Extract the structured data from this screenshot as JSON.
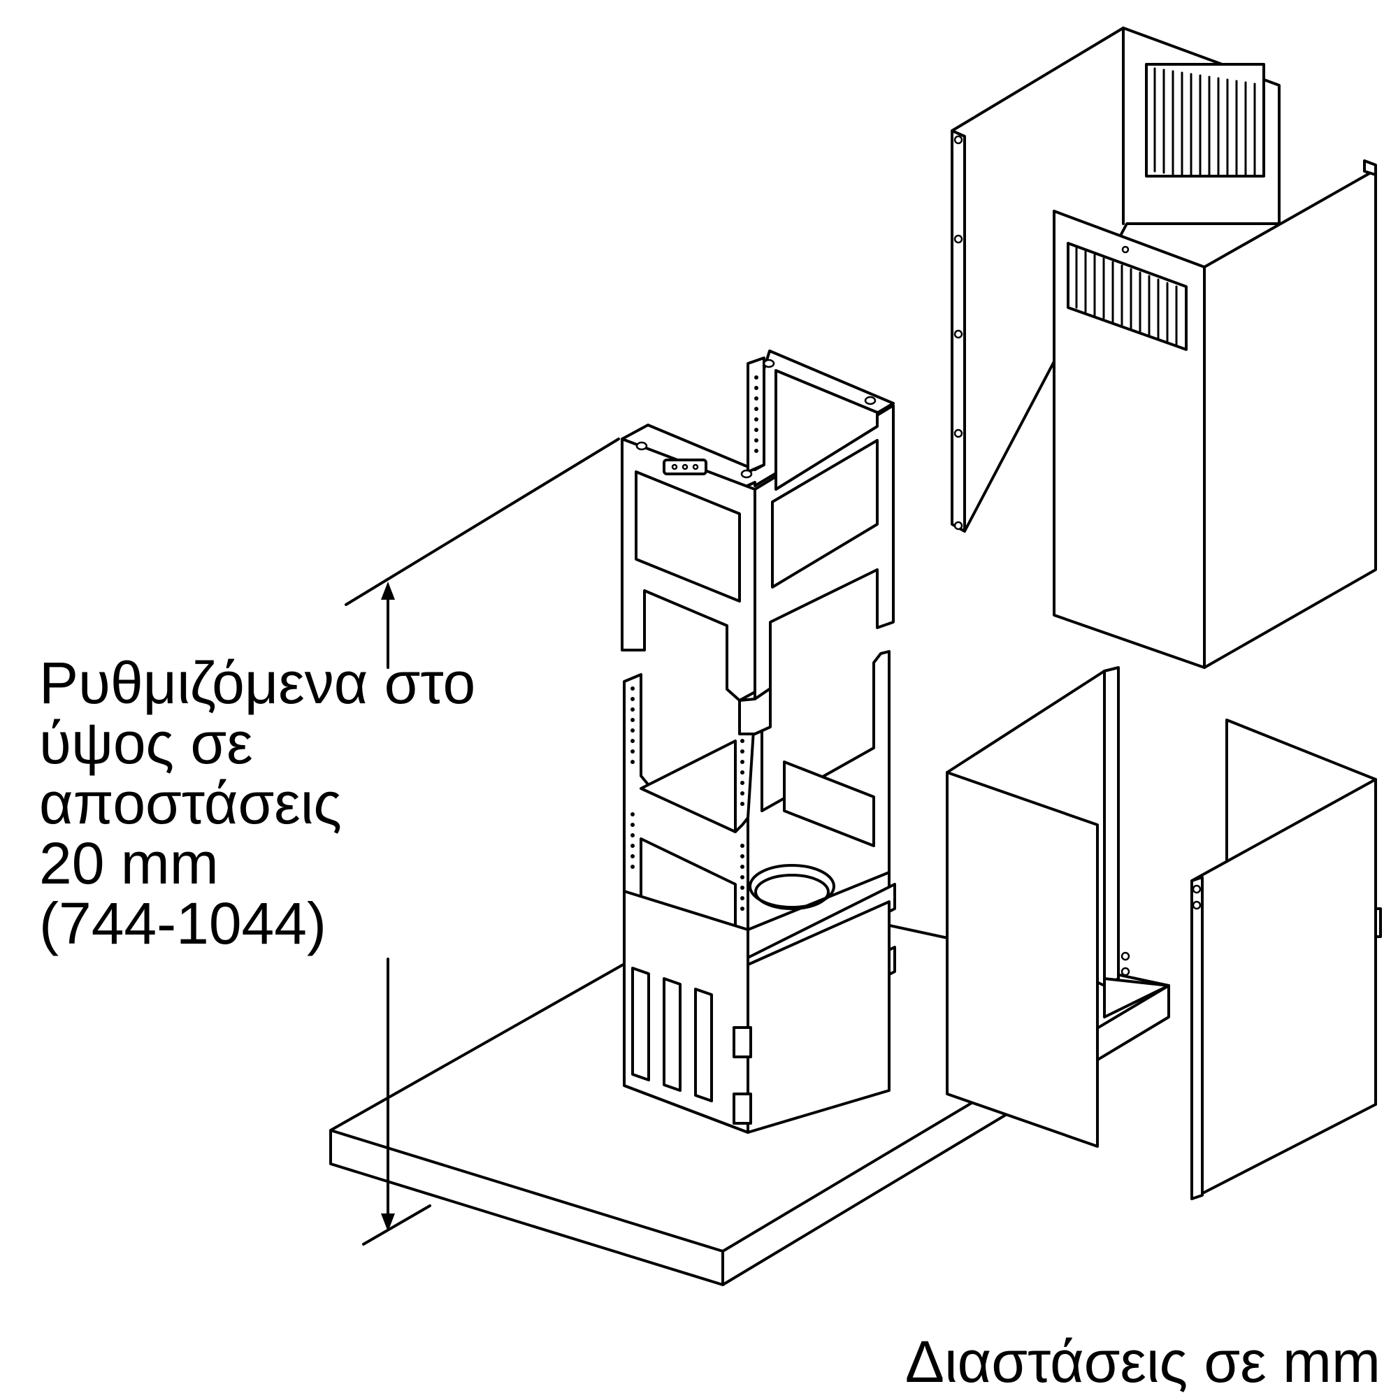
{
  "adjustment_note": {
    "line1": "Ρυθμιζόμενα στο",
    "line2": "ύψος σε",
    "line3": "αποστάσεις",
    "line4": "20 mm",
    "line5": "(744-1044)"
  },
  "units_note": "Διαστάσεις σε mm",
  "line_color": "#000000",
  "background_color": "#ffffff"
}
